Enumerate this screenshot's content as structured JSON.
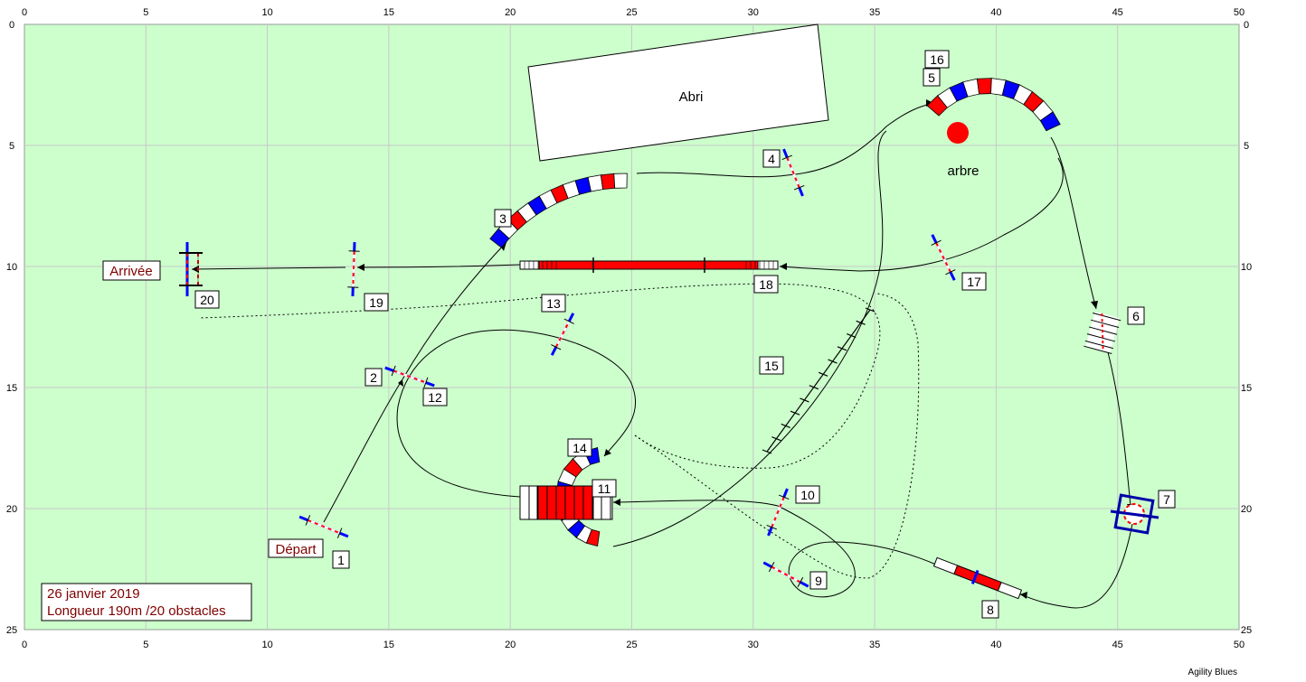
{
  "course": {
    "date_text": "26 janvier 2019",
    "length_text": "Longueur 190m /20 obstacles",
    "footer": "Agility Blues",
    "field_width_m": 50,
    "field_height_m": 25,
    "tick_step_m": 5
  },
  "labels": {
    "start": "Départ",
    "finish": "Arrivée",
    "shelter": "Abri",
    "tree": "arbre"
  },
  "colors": {
    "field": "#ccffcc",
    "grid": "#c8c8c8",
    "red": "#ff0000",
    "blue": "#0000ff",
    "path": "#000000",
    "label_text": "#800000"
  },
  "obstacles": [
    {
      "number": "1",
      "type": "jump"
    },
    {
      "number": "2",
      "type": "jump"
    },
    {
      "number": "3",
      "type": "tunnel"
    },
    {
      "number": "4",
      "type": "jump"
    },
    {
      "number": "5",
      "type": "tunnel"
    },
    {
      "number": "6",
      "type": "tire-table"
    },
    {
      "number": "7",
      "type": "table"
    },
    {
      "number": "8",
      "type": "seesaw"
    },
    {
      "number": "9",
      "type": "jump"
    },
    {
      "number": "10",
      "type": "jump"
    },
    {
      "number": "11",
      "type": "a-frame"
    },
    {
      "number": "12",
      "type": "jump"
    },
    {
      "number": "13",
      "type": "jump"
    },
    {
      "number": "14",
      "type": "tunnel"
    },
    {
      "number": "15",
      "type": "weave-poles"
    },
    {
      "number": "16",
      "type": "tunnel"
    },
    {
      "number": "17",
      "type": "jump"
    },
    {
      "number": "18",
      "type": "dog-walk"
    },
    {
      "number": "19",
      "type": "jump"
    },
    {
      "number": "20",
      "type": "double-jump"
    }
  ]
}
